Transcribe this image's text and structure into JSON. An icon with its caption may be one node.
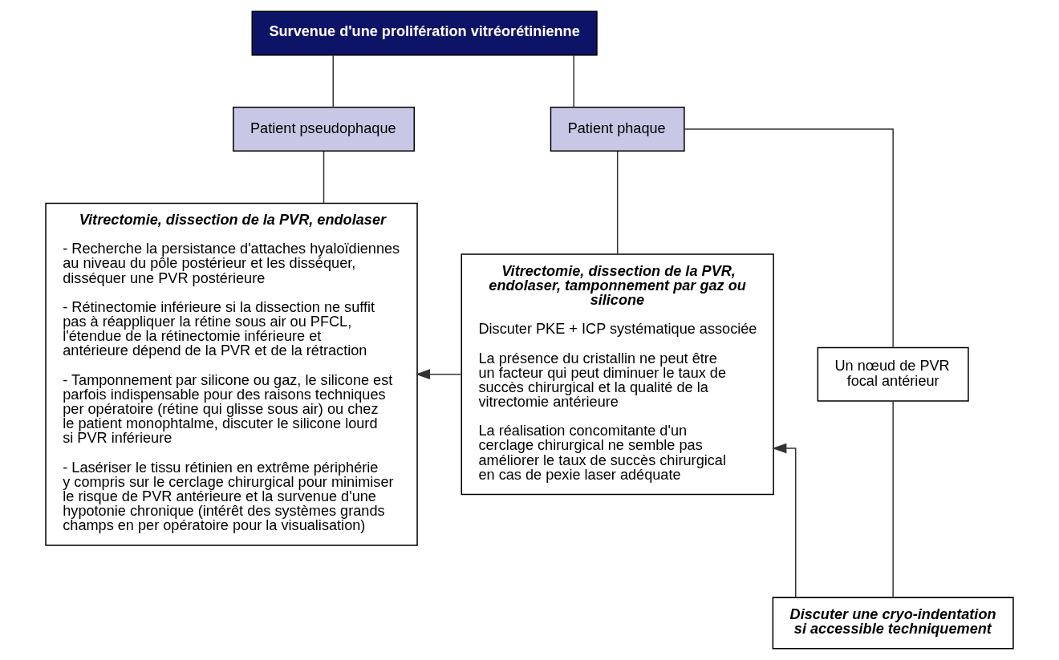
{
  "diagram": {
    "nodes": [
      {
        "text": [
          "Survenue d'une prolifération vitréorétinienne"
        ]
      },
      {
        "text": [
          "Patient pseudophaque"
        ]
      },
      {
        "text": [
          "Patient phaque"
        ]
      },
      {
        "text": [
          "Vitrectomie, dissection de la PVR, endolaser",
          "- Recherche la persistance d'attaches hyaloïdiennes au niveau du pôle postérieur et les disséquer, disséquer une PVR postérieure",
          "- Rétinectomie inférieure si la dissection ne suffit pas à réappliquer la rétine sous air ou PFCL, l'étendue de la rétinectomie inférieure et antérieure dépend de la PVR et de la rétraction",
          "- Tamponnement par silicone ou gaz, le silicone est parfois indispensable pour des raisons techniques per opératoire (rétine qui glisse sous air) ou chez le patient monophtalme, discuter le silicone lourd si PVR inférieure",
          "- Lasériser le tissu rétinien en extrême périphérie y compris sur le cerclage chirurgical pour minimiser le risque de PVR antérieure et la survenue d'une hypotonie chronique (intérêt des systèmes grands champs en per opératoire pour la visualisation)"
        ]
      },
      {
        "text": [
          "Vitrectomie, dissection de la PVR, endolaser, tamponnement par gaz ou silicone",
          "Discuter PKE + ICP systématique associée",
          "La présence du cristallin ne peut être un facteur qui peut diminuer le taux de succès chirurgical et la qualité de la vitrectomie antérieure",
          "La réalisation concomitante d'un cerclage chirurgical ne semble pas améliorer le taux de succès chirurgical en cas de pexie laser adéquate"
        ]
      },
      {
        "text": [
          "Un nœud de PVR focal antérieur"
        ]
      },
      {
        "text": [
          "Discuter une cryo-indentation si accessible techniquement"
        ]
      }
    ],
    "edges": [
      {
        "from": 0,
        "to": 1,
        "arrow": "none"
      },
      {
        "from": 0,
        "to": 2,
        "arrow": "none"
      },
      {
        "from": 1,
        "to": 3,
        "arrow": "none"
      },
      {
        "from": 2,
        "to": 4,
        "arrow": "none"
      },
      {
        "from": 2,
        "to": 5,
        "arrow": "none"
      },
      {
        "from": 5,
        "to": 6,
        "arrow": "none"
      },
      {
        "from": 6,
        "to": 4,
        "arrow": "to"
      },
      {
        "from": 4,
        "to": 3,
        "arrow": "to"
      }
    ]
  }
}
